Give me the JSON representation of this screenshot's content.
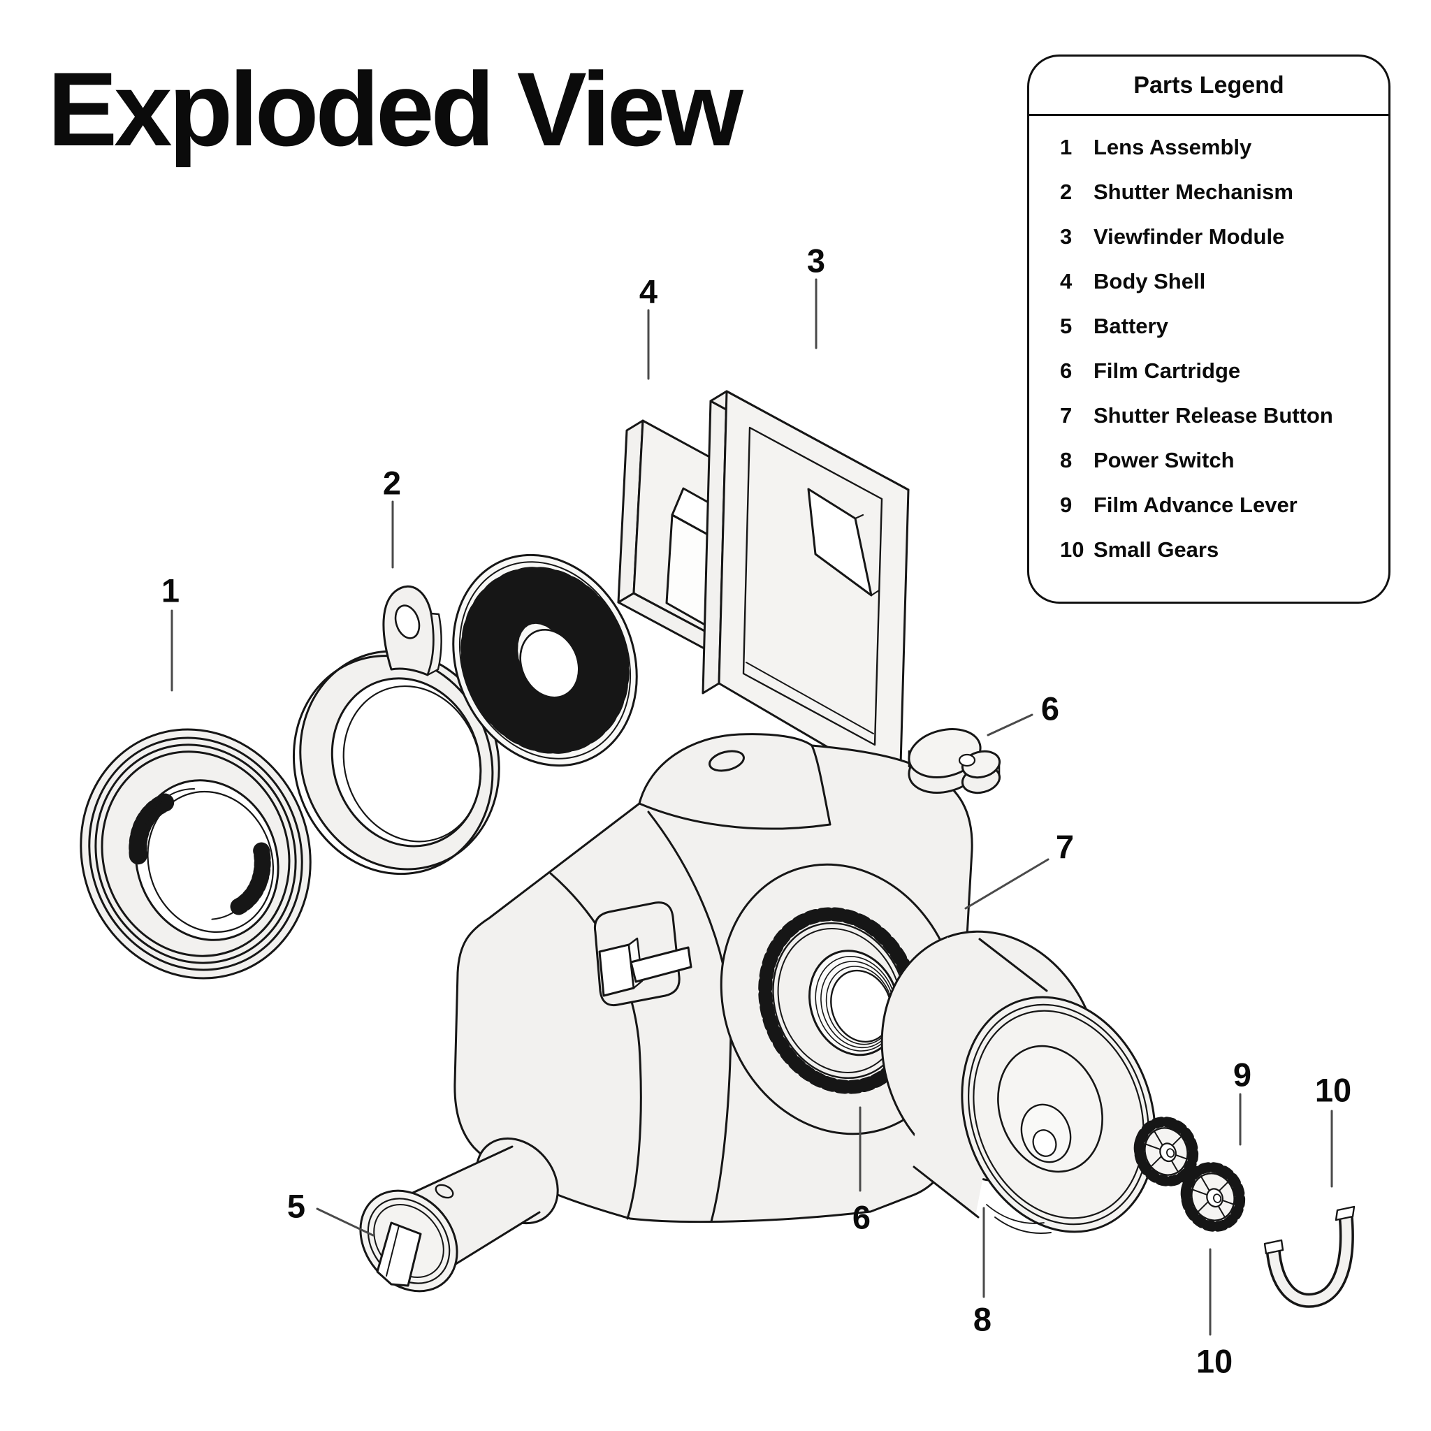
{
  "page": {
    "title": "Exploded View",
    "background": "#ffffff"
  },
  "legend": {
    "title": "Parts Legend",
    "items": [
      {
        "num": "1",
        "label": "Lens Assembly"
      },
      {
        "num": "2",
        "label": "Shutter Mechanism"
      },
      {
        "num": "3",
        "label": "Viewfinder Module"
      },
      {
        "num": "4",
        "label": "Body Shell"
      },
      {
        "num": "5",
        "label": "Battery"
      },
      {
        "num": "6",
        "label": "Film Cartridge"
      },
      {
        "num": "7",
        "label": "Shutter Release Button"
      },
      {
        "num": "8",
        "label": "Power Switch"
      },
      {
        "num": "9",
        "label": "Film Advance Lever"
      },
      {
        "num": "10",
        "label": "Small Gears"
      }
    ]
  },
  "callouts": [
    {
      "num": "1",
      "part": "Lens Assembly"
    },
    {
      "num": "2",
      "part": "Shutter Mechanism"
    },
    {
      "num": "3",
      "part": "Viewfinder Module"
    },
    {
      "num": "4",
      "part": "Body Shell"
    },
    {
      "num": "5",
      "part": "Battery"
    },
    {
      "num": "6",
      "part": "Film Cartridge"
    },
    {
      "num": "7",
      "part": "Shutter Release Button"
    },
    {
      "num": "6",
      "part": "Film Cartridge"
    },
    {
      "num": "8",
      "part": "Power Switch"
    },
    {
      "num": "9",
      "part": "Film Advance Lever"
    },
    {
      "num": "10",
      "part": "Small Gears"
    },
    {
      "num": "10",
      "part": "Small Gears"
    }
  ],
  "colors": {
    "line": "#161616",
    "part_fill": "#f2f1ef",
    "leader_line": "#4a4a4a",
    "text": "#0b0b0b",
    "background": "#ffffff"
  }
}
